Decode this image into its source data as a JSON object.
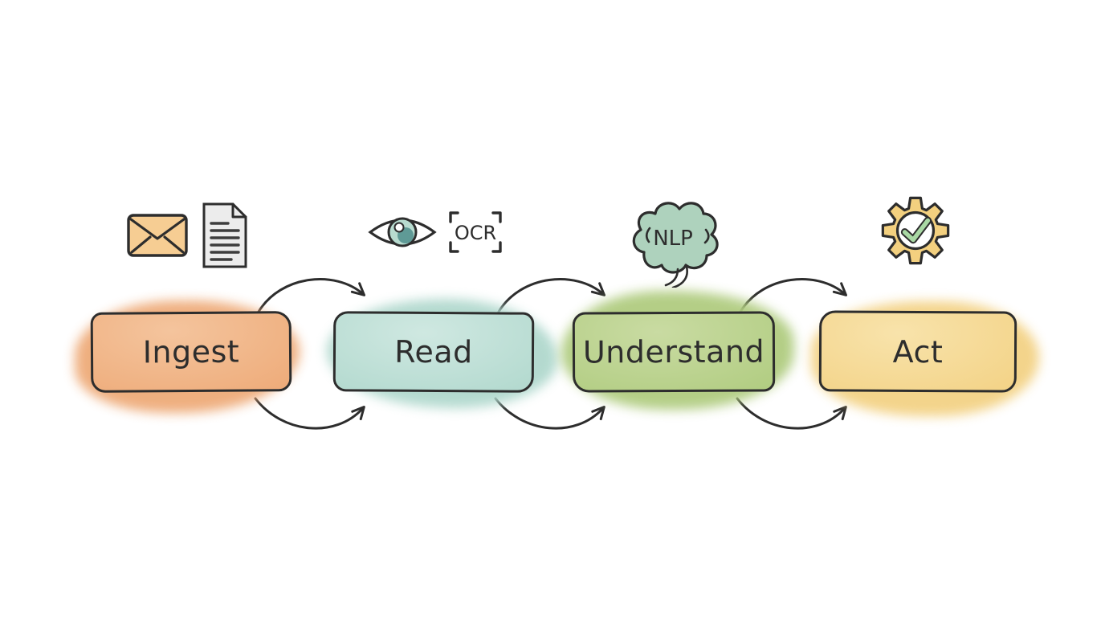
{
  "diagram_type": "pipeline-flowchart",
  "stages": [
    {
      "label": "Ingest",
      "icons": [
        "envelope-icon",
        "document-icon"
      ]
    },
    {
      "label": "Read",
      "icons": [
        "eye-icon",
        "ocr-frame-icon"
      ],
      "badge": "OCR"
    },
    {
      "label": "Understand",
      "icons": [
        "brain-icon"
      ],
      "badge": "NLP"
    },
    {
      "label": "Act",
      "icons": [
        "gear-check-icon"
      ]
    }
  ],
  "arrows": [
    {
      "from": "Ingest",
      "to": "Read",
      "position": "top"
    },
    {
      "from": "Ingest",
      "to": "Read",
      "position": "bottom"
    },
    {
      "from": "Read",
      "to": "Understand",
      "position": "top"
    },
    {
      "from": "Read",
      "to": "Understand",
      "position": "bottom"
    },
    {
      "from": "Understand",
      "to": "Act",
      "position": "top"
    },
    {
      "from": "Understand",
      "to": "Act",
      "position": "bottom"
    }
  ],
  "colors": {
    "ink": "#2d2d2d",
    "bg": "#ffffff",
    "stage-ingest": "#eeab79",
    "stage-ingest-light": "#f4c49d",
    "stage-read": "#b0d8cd",
    "stage-read-light": "#cfe8e1",
    "stage-understand": "#b0cc80",
    "stage-understand-light": "#c9dba2",
    "stage-act": "#f3d285",
    "stage-act-light": "#f8e3ab",
    "envelope": "#f6cd93",
    "document": "#ececec",
    "doc-line": "#3d3d3d",
    "eye-white": "#ffffff",
    "eye-iris": "#b7dbcf",
    "eye-pupil": "#5f9a96",
    "brain": "#aed2bd",
    "gear": "#f3d07f",
    "check": "#a9d8a4"
  }
}
